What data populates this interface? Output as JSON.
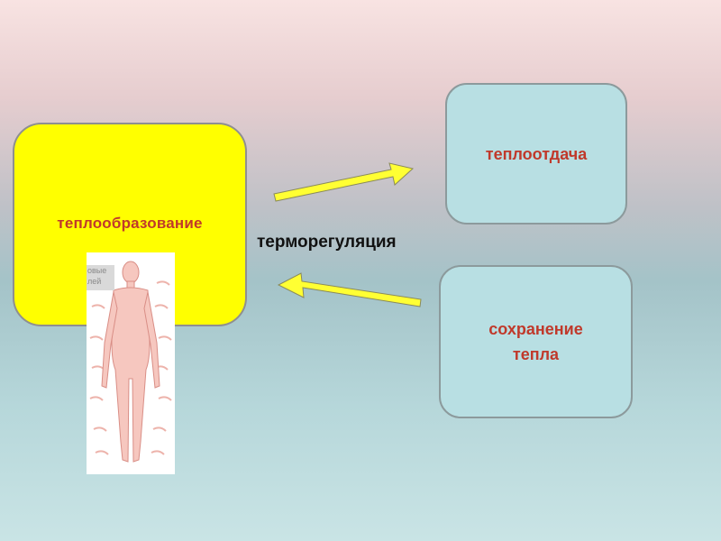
{
  "diagram": {
    "heat_production": "теплообразование",
    "heat_release": "теплоотдача",
    "heat_conservation_line1": "сохранение",
    "heat_conservation_line2": "тепла",
    "thermoregulation": "терморегуляция"
  },
  "figure": {
    "label_line1": "овые",
    "label_line2": "лей"
  },
  "colors": {
    "box_yellow": "#ffff00",
    "box_blue": "#b8dfe3",
    "text_red": "#c0392b",
    "arrow_yellow": "#ffff33",
    "figure_skin": "#f6c7bf"
  }
}
